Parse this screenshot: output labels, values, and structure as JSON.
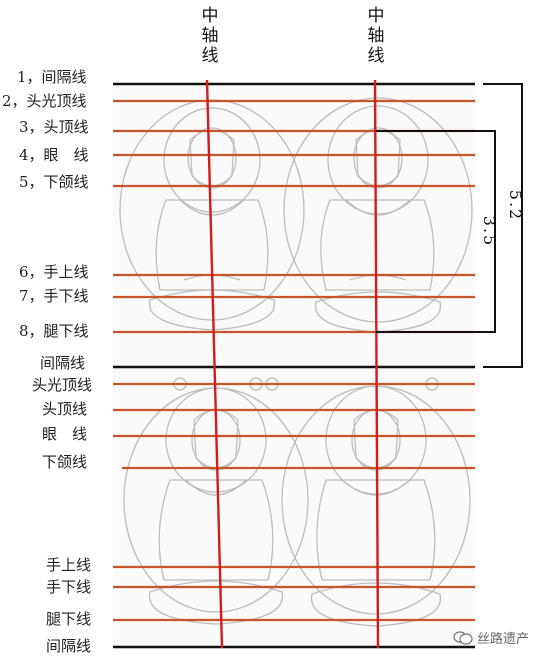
{
  "axis_title": "中轴线",
  "labels": {
    "top": [
      "1，间隔线",
      "2，头光顶线",
      "3，头顶线",
      "4，眼　线",
      "5，下颌线",
      "6，手上线",
      "7，手下线",
      "8，腿下线"
    ],
    "bottom": [
      "间隔线",
      "头光顶线",
      "头顶线",
      "眼　线",
      "下颌线",
      "手上线",
      "手下线",
      "腿下线",
      "间隔线"
    ]
  },
  "dimensions": {
    "outer": "5.2",
    "inner": "3.5"
  },
  "watermark": "丝路遗产",
  "colors": {
    "guide": "#c7542a",
    "axis": "#d41c1c",
    "sketch": "#b9b9b9",
    "frame": "#111111"
  }
}
